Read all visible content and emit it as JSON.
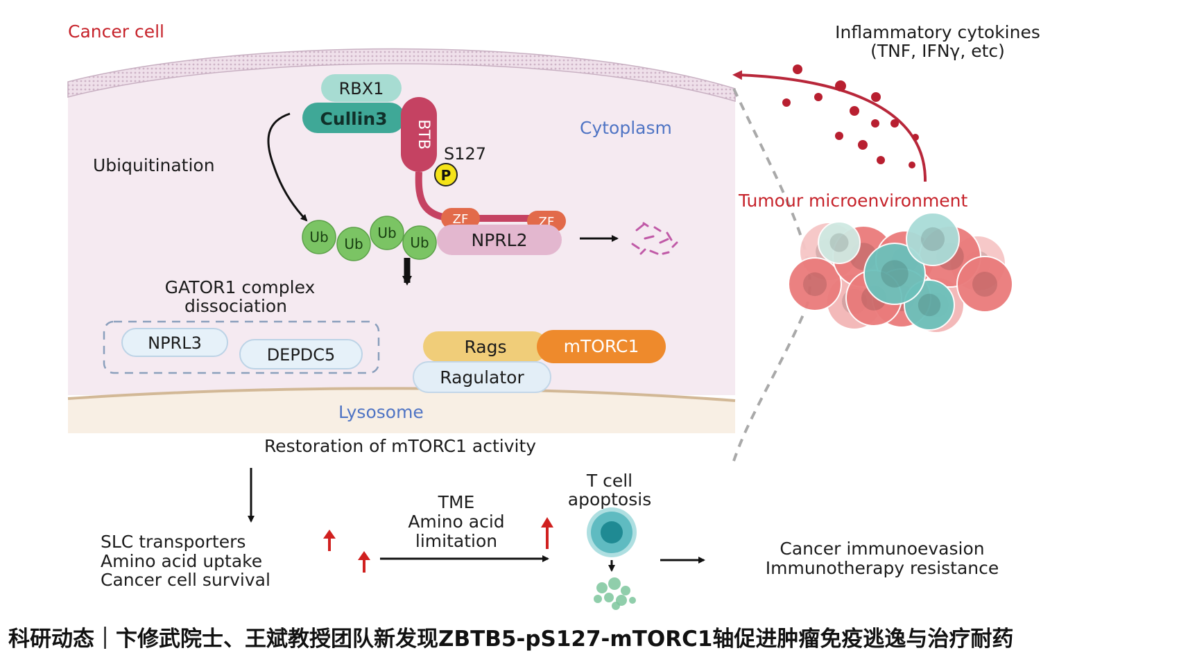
{
  "labels": {
    "cancer_cell": "Cancer cell",
    "cytoplasm": "Cytoplasm",
    "lysosome": "Lysosome",
    "rbx1": "RBX1",
    "cullin3": "Cullin3",
    "btb": "BTB",
    "s127": "S127",
    "phospho": "P",
    "ubiquitination": "Ubiquitination",
    "ub": "Ub",
    "zf": "ZF",
    "nprl2": "NPRL2",
    "gator1_line1": "GATOR1 complex",
    "gator1_line2": "dissociation",
    "nprl3": "NPRL3",
    "depdc5": "DEPDC5",
    "rags": "Rags",
    "mtorc1": "mTORC1",
    "ragulator": "Ragulator",
    "restoration": "Restoration of mTORC1 activity",
    "cytokines_line1": "Inflammatory cytokines",
    "cytokines_line2": "(TNF, IFNγ, etc)",
    "tme_label": "Tumour microenvironment",
    "slc": "SLC transporters",
    "aa_uptake": "Amino acid uptake",
    "survival": "Cancer cell survival",
    "tme_short": "TME",
    "aa_limit_line1": "Amino acid",
    "aa_limit_line2": "limitation",
    "tcell_line1": "T cell",
    "tcell_line2": "apoptosis",
    "evasion": "Cancer immunoevasion",
    "resistance": "Immunotherapy resistance"
  },
  "caption": "科研动态｜卞修武院士、王斌教授团队新发现ZBTB5-pS127-mTORC1轴促进肿瘤免疫逃逸与治疗耐药",
  "icons": {
    "degradation": "degraded-protein-fragments-icon",
    "tumour": "tumour-cell-cluster-icon",
    "tcell": "t-cell-icon",
    "apoptotic": "apoptotic-t-cell-icon",
    "cytokine": "cytokine-dot-icon",
    "up_arrow": "increase-arrow-icon"
  },
  "colors": {
    "cancer_cell_label": "#c6222a",
    "cytoplasm_label": "#4f74c4",
    "membrane_fill": "#f5eaf1",
    "membrane_stroke": "#c8b0c2",
    "lysosome_fill": "#f8efe4",
    "lysosome_stroke": "#d2b896",
    "rbx1": "#a7dcd2",
    "cullin3": "#3fa897",
    "btb": "#c54262",
    "ub": "#7bc464",
    "zf": "#e26a4a",
    "nprl2": "#e3b7cf",
    "rags": "#f0cd79",
    "mtorc1": "#ee8a2c",
    "ragulator": "#e3eef7",
    "cytokine": "#b81f30",
    "increase_arrow": "#d0201f",
    "tumour_cell": "#ea7b7b",
    "tumour_teal": "#6cc1bb"
  }
}
